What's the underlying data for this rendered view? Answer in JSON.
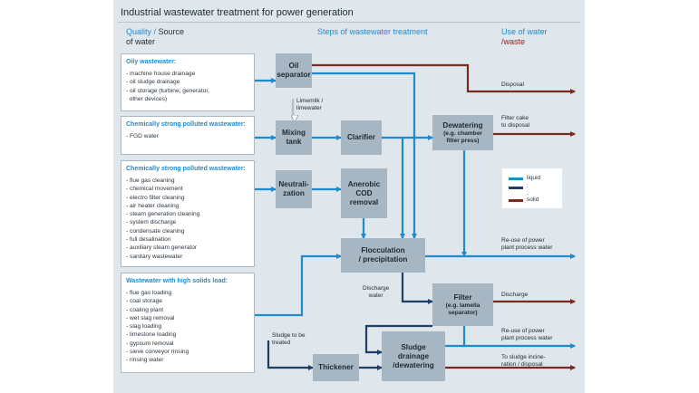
{
  "title": "Industrial  wastewater treatment for power generation",
  "headers": {
    "quality_blue": "Quality /",
    "quality_dark": "Source",
    "quality_line2": "of water",
    "steps": "Steps of wastewater treatment",
    "use_blue": "Use of water",
    "use_brown": "/waste"
  },
  "sources": [
    {
      "heading": "Oily wastewater:",
      "items": [
        "- machine house drainage",
        "- oil sludge drainage",
        "- oil storage (turbine, generator,",
        "  other devices)"
      ]
    },
    {
      "heading": "Chemically strong polluted wastewater:",
      "items": [
        "- FGD water"
      ]
    },
    {
      "heading": "Chemically strong polluted wastewater:",
      "items": [
        "- flue gas cleaning",
        "- chemical movement",
        "- electro filter cleaning",
        "- air heater cleaning",
        "- steam generation cleaning",
        "- system discharge",
        "- condensate cleaning",
        "- full desalination",
        "- auxiliary steam generator",
        "- sanitary wastewater"
      ]
    },
    {
      "heading": "Wastewater with high solids load:",
      "items": [
        "- flue gas loading",
        "- coal storage",
        "- coaling plant",
        "- wet slag removal",
        "- slag loading",
        "- limestone loading",
        "- gypsum removal",
        "- sieve conveyor rinsing",
        "- rinsing water"
      ]
    }
  ],
  "steps": {
    "oil_separator": "Oil\nseparator",
    "mixing_tank": "Mixing\ntank",
    "clarifier": "Clarifier",
    "dewatering": "Dewatering",
    "dewatering_sub": "(e.g. chamber\nfilter press)",
    "neutralization": "Neutrali-\nzation",
    "anaerobic": "Anerobic\nCOD\nremoval",
    "flocculation": "Flocculation\n/ precipitation",
    "filter": "Filter",
    "filter_sub": "(e.g. lamella\nseparator)",
    "thickener": "Thickener",
    "sludge": "Sludge\ndrainage\n/dewatering"
  },
  "labels": {
    "limemilk": "Limemilk /\nlimewater",
    "discharge_water": "Discharge\nwater",
    "sludge_treated": "Sludge to be\ntreated"
  },
  "outputs": {
    "disposal": "Disposal",
    "filter_cake": "Filter cake\nto disposal",
    "reuse1": "Re-use of power\nplant process water",
    "discharge": "Discharge",
    "reuse2": "Re-use of power\nplant process water",
    "sludge_incineration": "To sludge incine-\nration / disposal"
  },
  "legend": {
    "liquid": "liquid",
    "mid": ":",
    "dot": ".",
    "solid": "solid"
  },
  "colors": {
    "liquid": "#1e8ccc",
    "sludge": "#1f3f66",
    "solid": "#7a2a20",
    "box": "#a6b6c2",
    "panel": "#dfe6ec"
  }
}
